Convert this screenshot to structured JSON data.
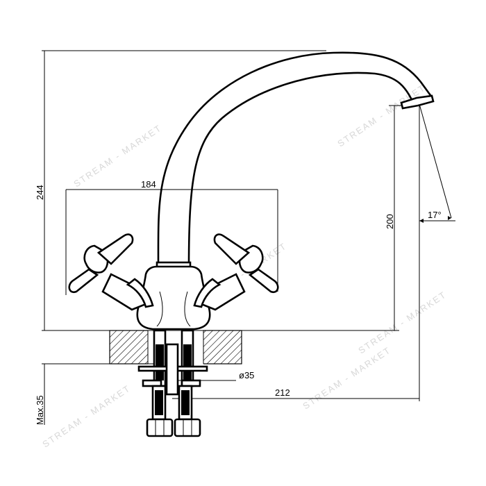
{
  "dimensions": {
    "total_height": "244",
    "spout_height": "200",
    "handle_span": "184",
    "spout_reach": "212",
    "hole_diameter": "ø35",
    "max_deck": "Max.35",
    "spout_angle": "17°"
  },
  "watermark": {
    "text": "STREAM - MARKET"
  },
  "colors": {
    "line": "#000000",
    "background": "#ffffff",
    "watermark": "#d8d8d8"
  }
}
